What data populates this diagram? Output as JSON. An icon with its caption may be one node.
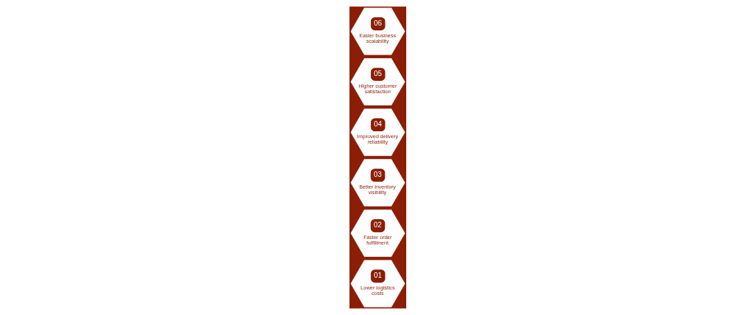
{
  "diagram": {
    "nodes": [
      {
        "text": [
          "01",
          "Lower logistics costs"
        ]
      },
      {
        "text": [
          "02",
          "Faster order fulfillment"
        ]
      },
      {
        "text": [
          "03",
          "Better inventory visibility"
        ]
      },
      {
        "text": [
          "04",
          "Improved delivery reliability"
        ]
      },
      {
        "text": [
          "05",
          "Higher customer satisfaction"
        ]
      },
      {
        "text": [
          "06",
          "Easier business scalability"
        ]
      }
    ],
    "edges": []
  }
}
